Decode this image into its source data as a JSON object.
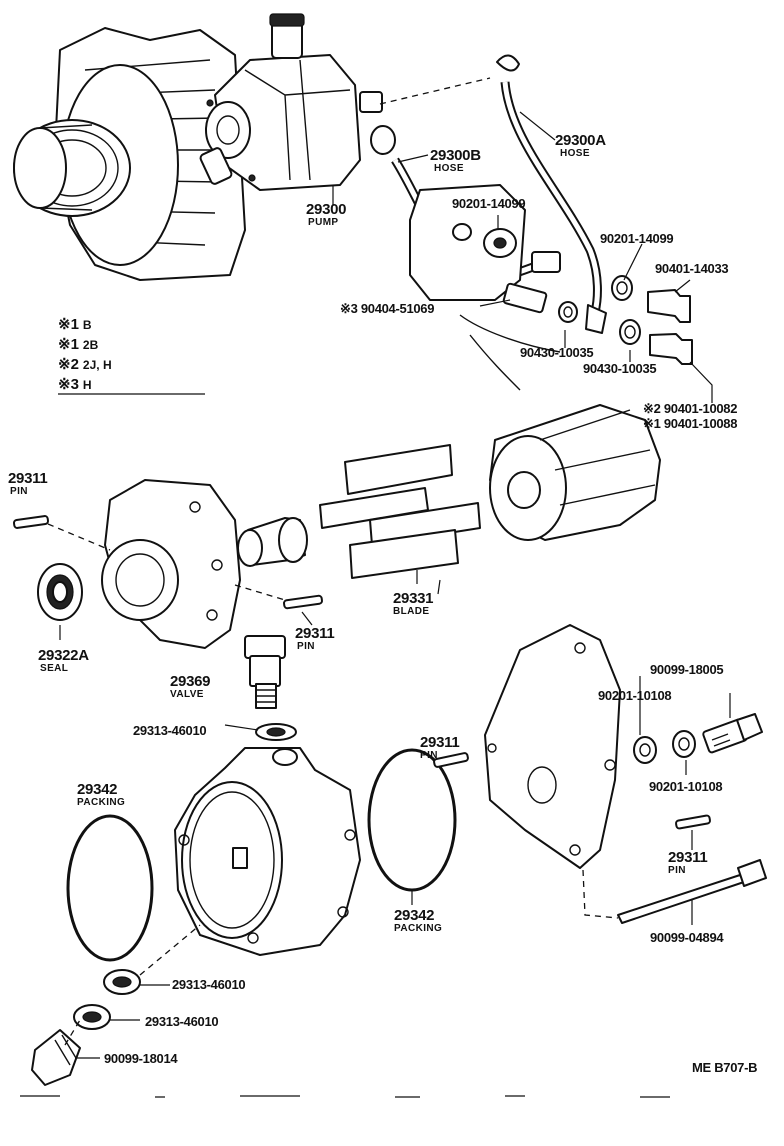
{
  "labels": {
    "hose_a": {
      "pn": "29300A",
      "name": "HOSE"
    },
    "hose_b": {
      "pn": "29300B",
      "name": "HOSE"
    },
    "pump": {
      "pn": "29300",
      "name": "PUMP"
    },
    "bolt_14099_a": "90201-14099",
    "bolt_14099_b": "90201-14099",
    "bolt_14033": "90401-14033",
    "bolt_51069": "※3 90404-51069",
    "gasket_10035_a": "90430-10035",
    "gasket_10035_b": "90430-10035",
    "bolt_10082": "※2 90401-10082",
    "bolt_10088": "※1 90401-10088",
    "pin_left": {
      "pn": "29311",
      "name": "PIN"
    },
    "pin_center": {
      "pn": "29311",
      "name": "PIN"
    },
    "pin_right": {
      "pn": "29311",
      "name": "PIN"
    },
    "pin_right_lower": {
      "pn": "29311",
      "name": "PIN"
    },
    "blade": {
      "pn": "29331",
      "name": "BLADE"
    },
    "seal": {
      "pn": "29322A",
      "name": "SEAL"
    },
    "valve": {
      "pn": "29369",
      "name": "VALVE"
    },
    "gasket_46010_top": "29313-46010",
    "gasket_46010_mid": "29313-46010",
    "gasket_46010_low": "29313-46010",
    "packing_left": {
      "pn": "29342",
      "name": "PACKING"
    },
    "packing_center": {
      "pn": "29342",
      "name": "PACKING"
    },
    "plug_18005": "90099-18005",
    "washer_10108_a": "90201-10108",
    "washer_10108_b": "90201-10108",
    "bolt_04894": "90099-04894",
    "plug_18014": "90099-18014",
    "ref_code": "ME B707-B"
  },
  "legend": [
    {
      "mark": "※1",
      "text": "B"
    },
    {
      "mark": "※1",
      "text": "2B"
    },
    {
      "mark": "※2",
      "text": "2J, H"
    },
    {
      "mark": "※3",
      "text": "H"
    }
  ]
}
